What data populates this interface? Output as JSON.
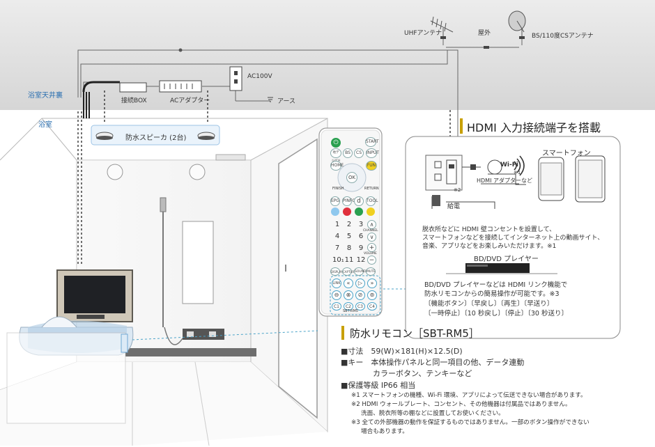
{
  "top": {
    "uhf_antenna": "UHFアンテナ",
    "outdoor": "屋外",
    "bs_antenna": "BS/110度CSアンテナ",
    "ac100v": "AC100V",
    "ground": "アース",
    "junction_box": "接続BOX",
    "ac_adapter": "ACアダプター",
    "ceiling": "浴室天井裏",
    "bathroom": "浴室",
    "speaker": "防水スピーカ (2台)"
  },
  "remote": {
    "buttons_row1": [
      "START"
    ],
    "buttons_row2": [
      "地デジ/CH",
      "BS",
      "CS",
      "INPUT"
    ],
    "buttons_row3": [
      "HOME",
      "FUN"
    ],
    "ok_label": "OK",
    "finish_label": "FINISH",
    "return_label": "RETURN",
    "buttons_row4": [
      "EPG",
      "PINFO",
      "d",
      "TOOL"
    ],
    "colors": [
      "#8fc8ee",
      "#e0303c",
      "#2aa050",
      "#f0d020"
    ],
    "numbers": [
      "1",
      "2",
      "3",
      "4",
      "5",
      "6",
      "7",
      "8",
      "9",
      "10₁",
      "11",
      "12"
    ],
    "channel_label": "CHANNEL",
    "volume_label": "VOLUME",
    "buttons_row5": [
      "DISPLAY",
      "CAPTURE",
      "SOUND",
      "MUTE"
    ],
    "buttons_row6": [
      "LINK",
      "«",
      "▷",
      "»"
    ],
    "buttons_row7": [
      "⊖",
      "⊗",
      "⊘",
      "⊚"
    ],
    "buttons_row8": [
      "C1",
      "C2",
      "C3",
      "C4"
    ],
    "model_label": "SBT-RM5"
  },
  "hdmi": {
    "heading": "HDMI 入力接続端子を搭載",
    "wifi_label": "Wi-Fi",
    "wifi_note": "※1",
    "hdmi_adapter": "HDMI アダプターなど",
    "note2": "※2",
    "power": "給電",
    "smartphone": "スマートフォン",
    "desc_line1": "脱衣所などに HDMI 壁コンセントを設置して、",
    "desc_line2": "スマートフォンなどを接続してインターネット上の動画サイト、",
    "desc_line3": "音楽、アプリなどをお楽しみいただけます。※1",
    "bd_player": "BD/DVD プレイヤー",
    "link_line1": "BD/DVD プレイヤーなどは HDMI リンク機能で",
    "link_line2": "防水リモコンからの簡易操作が可能です。※3",
    "link_line3": "〔機能ボタン〕〔早戻し〕〔再生〕〔早送り〕",
    "link_line4": "〔一時停止〕〔10 秒戻し〕〔停止〕〔30 秒送り〕"
  },
  "remote_spec": {
    "title": "防水リモコン［SBT-RM5］",
    "size": "■寸法　59(W)×181(H)×12.5(D)",
    "keys1": "■キー　本体操作パネルと同一項目の他、データ連動",
    "keys2": "カラーボタン、テンキーなど",
    "protection": "■保護等級 IP66 相当",
    "note1": "※1 スマートフォンの機種、Wi-Fi 環境、アプリによって伝送できない場合があります。",
    "note2a": "※2 HDMI ウォールプレート、コンセント、その他機器は付属品ではありません。",
    "note2b": "洗面、脱衣所等の棚などに設置してお使いください。",
    "note3a": "※3 全ての外部機器の動作を保証するものではありません。一部のボタン操作ができない",
    "note3b": "場合もあります。"
  }
}
